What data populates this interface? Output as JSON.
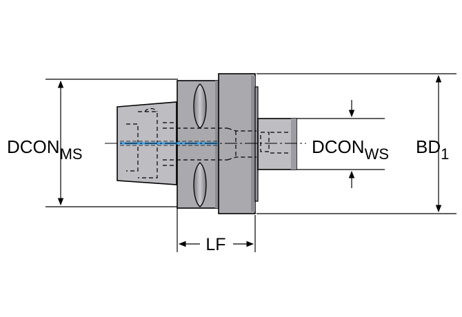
{
  "labels": {
    "dcon_ms": {
      "main": "DCON",
      "sub": "MS"
    },
    "dcon_ws": {
      "main": "DCON",
      "sub": "WS"
    },
    "bd": {
      "main": "BD",
      "sub": "1"
    },
    "lf": "LF"
  },
  "colors": {
    "body_fill": "#a9a9ae",
    "body_dark": "#8e8e94",
    "shank_fill": "#bdbdc2",
    "outline": "#000000",
    "coolant": "#3aa0e8"
  }
}
